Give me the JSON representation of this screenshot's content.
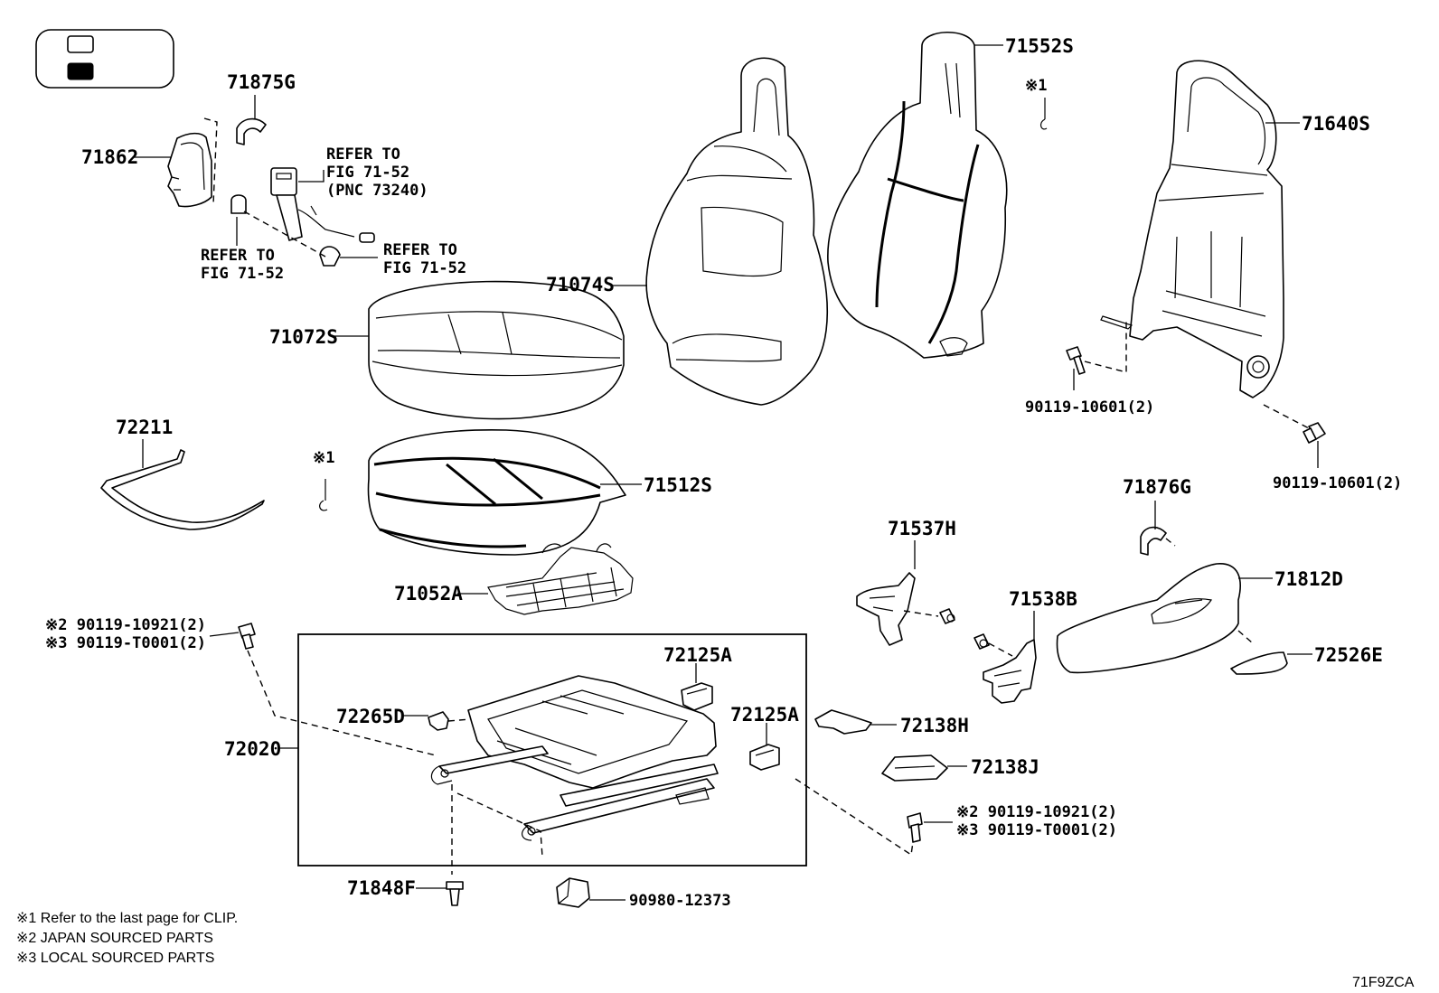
{
  "labels": {
    "p71875G": "71875G",
    "p71862": "71862",
    "refer_belt_1": "REFER TO",
    "refer_belt_2": "FIG 71-52",
    "refer_belt_3": "(PNC 73240)",
    "refer_left_1": "REFER TO",
    "refer_left_2": "FIG 71-52",
    "refer_right_1": "REFER TO",
    "refer_right_2": "FIG 71-52",
    "p71072S": "71072S",
    "p71074S": "71074S",
    "p71552S": "71552S",
    "p71640S": "71640S",
    "note1_top": "※1",
    "p72211": "72211",
    "note1_mid": "※1",
    "p71512S": "71512S",
    "p71052A": "71052A",
    "bolt_10601_a": "90119-10601(2)",
    "bolt_10601_b": "90119-10601(2)",
    "p71876G": "71876G",
    "p71537H": "71537H",
    "p71538B": "71538B",
    "p71812D": "71812D",
    "p72526E": "72526E",
    "left_bolt_1": "※2 90119-10921(2)",
    "left_bolt_2": "※3 90119-T0001(2)",
    "p72125A_1": "72125A",
    "p72125A_2": "72125A",
    "p72265D": "72265D",
    "p72020": "72020",
    "p72138H": "72138H",
    "p72138J": "72138J",
    "right_bolt_1": "※2 90119-10921(2)",
    "right_bolt_2": "※3 90119-T0001(2)",
    "p71848F": "71848F",
    "p90980": "90980-12373"
  },
  "notes": [
    "※1  Refer to the last page for CLIP.",
    "※2  JAPAN SOURCED PARTS",
    "※3  LOCAL SOURCED PARTS"
  ],
  "figure_code": "71F9ZCA"
}
